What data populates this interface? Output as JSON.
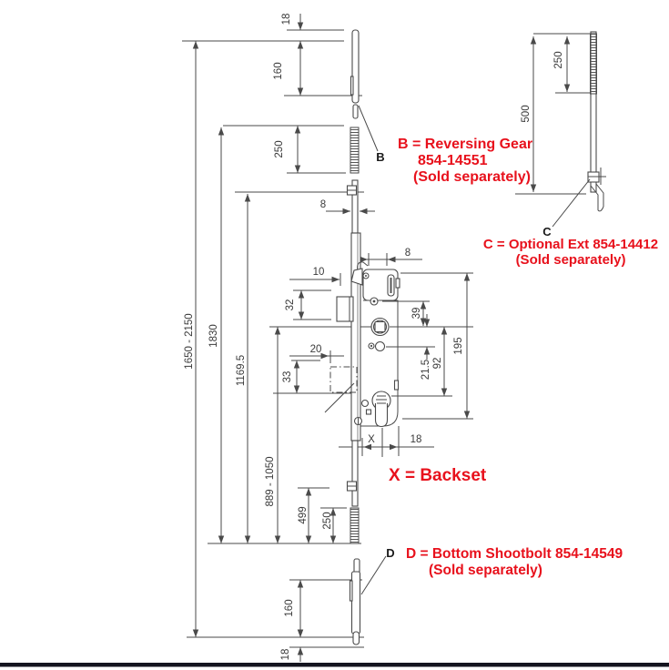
{
  "colors": {
    "annotation": "#e8111c",
    "line": "#4a4a4a"
  },
  "notes": {
    "reversing_gear": {
      "lines": [
        "B = Reversing Gear",
        "854-14551",
        "(Sold separately)"
      ]
    },
    "optional_ext": {
      "lines": [
        "C = Optional Ext 854-14412",
        "(Sold separately)"
      ]
    },
    "bottom_shootbolt": {
      "lines": [
        "D = Bottom Shootbolt 854-14549",
        "(Sold separately)"
      ]
    },
    "backset": "X = Backset"
  },
  "part_labels": {
    "b": "B",
    "c": "C",
    "d": "D"
  },
  "dimensions": {
    "top": {
      "tip": "18",
      "shootbolt": "160",
      "rack": "250"
    },
    "left": {
      "overall": "1650 - 2150",
      "rail": "1830",
      "mid": "1169.5",
      "handle": "889 - 1050",
      "lower": "499",
      "lower_rack": "250"
    },
    "lock": {
      "rod_width": "8",
      "case_offset": "8",
      "latch": "10",
      "keep": "32",
      "box_width": "20",
      "box_height": "33",
      "latch_to_spindle": "39",
      "spindle_to_gear": "21.5",
      "spindle_to_cylinder": "92",
      "case_height": "195"
    },
    "backset": {
      "x": "X",
      "cylinder_to_edge": "18"
    },
    "bottom": {
      "shootbolt": "160",
      "tip": "18"
    },
    "extension": {
      "rack": "250",
      "length": "500"
    }
  }
}
